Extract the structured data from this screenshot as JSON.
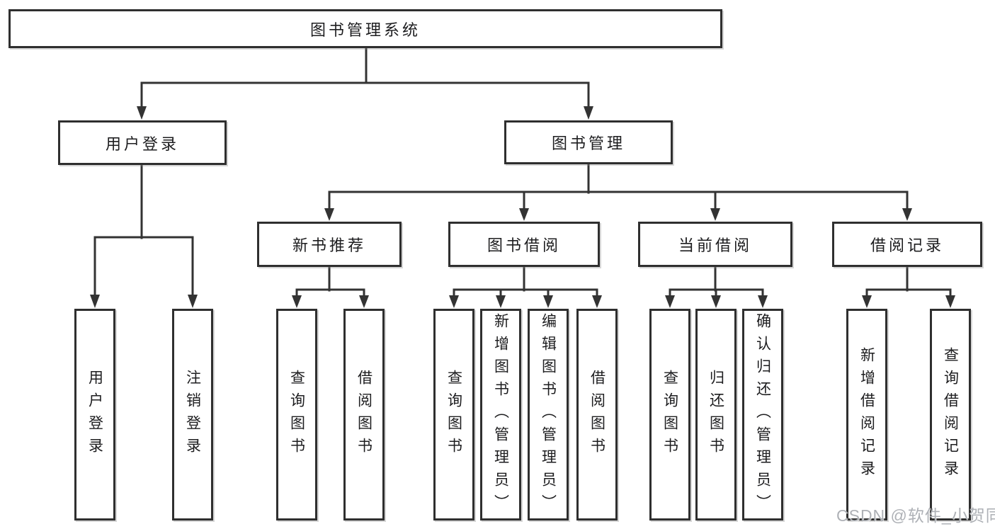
{
  "colors": {
    "line": "#333333",
    "border": "#2f2f2f",
    "text": "#1d1d1f",
    "watermark": "#aeb1b6",
    "bg": "#ffffff"
  },
  "watermark": {
    "text": "CSDN @软件_小贺同学"
  },
  "tree": {
    "root": {
      "label": "图书管理系统"
    },
    "branches": [
      {
        "label": "用户登录",
        "children": [
          {
            "label": "用户登录"
          },
          {
            "label": "注销登录"
          }
        ]
      },
      {
        "label": "图书管理",
        "sections": [
          {
            "label": "新书推荐",
            "children": [
              {
                "label": "查询图书"
              },
              {
                "label": "借阅图书"
              }
            ]
          },
          {
            "label": "图书借阅",
            "children": [
              {
                "label": "查询图书"
              },
              {
                "label": "新增图书（管理员）"
              },
              {
                "label": "编辑图书（管理员）"
              },
              {
                "label": "借阅图书"
              }
            ]
          },
          {
            "label": "当前借阅",
            "children": [
              {
                "label": "查询图书"
              },
              {
                "label": "归还图书"
              },
              {
                "label": "确认归还（管理员）"
              }
            ]
          },
          {
            "label": "借阅记录",
            "children": [
              {
                "label": "新增借阅记录"
              },
              {
                "label": "查询借阅记录"
              }
            ]
          }
        ]
      }
    ]
  }
}
